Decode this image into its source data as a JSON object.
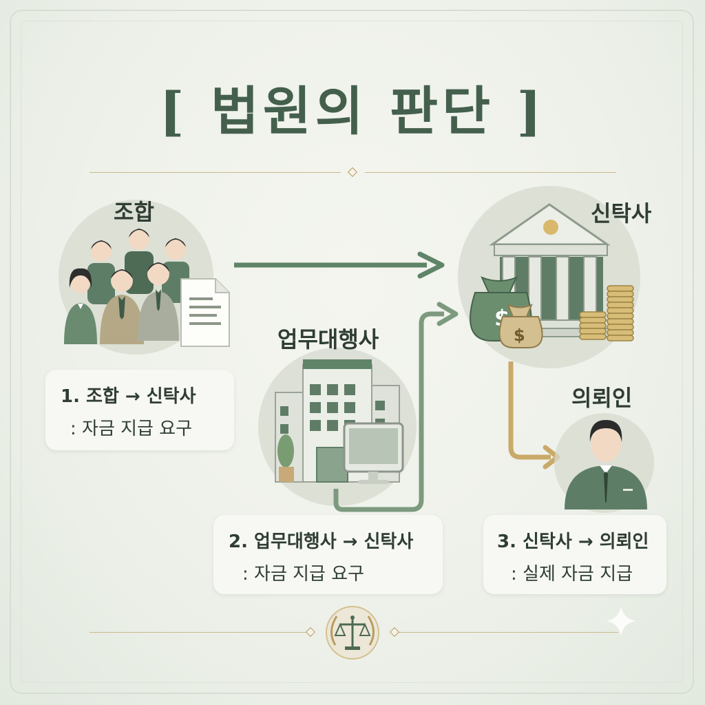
{
  "title": "[ 법원의 판단 ]",
  "colors": {
    "accent_green": "#5f8468",
    "gold": "#c9a96a",
    "text": "#2f3d33"
  },
  "nodes": {
    "union": {
      "label": "조합",
      "icon": "people-with-document-icon"
    },
    "agency": {
      "label": "업무대행사",
      "icon": "office-building-icon"
    },
    "trust": {
      "label": "신탁사",
      "icon": "bank-with-money-icon"
    },
    "client": {
      "label": "의뢰인",
      "icon": "person-icon"
    }
  },
  "steps": [
    {
      "line1": "1. 조합 → 신탁사",
      "line2": ": 자금 지급 요구"
    },
    {
      "line1": "2. 업무대행사 → 신탁사",
      "line2": ": 자금 지급 요구"
    },
    {
      "line1": "3. 신탁사 → 의뢰인",
      "line2": ": 실제 자금 지급"
    }
  ],
  "footer": {
    "emblem": "scales-of-justice-icon"
  }
}
